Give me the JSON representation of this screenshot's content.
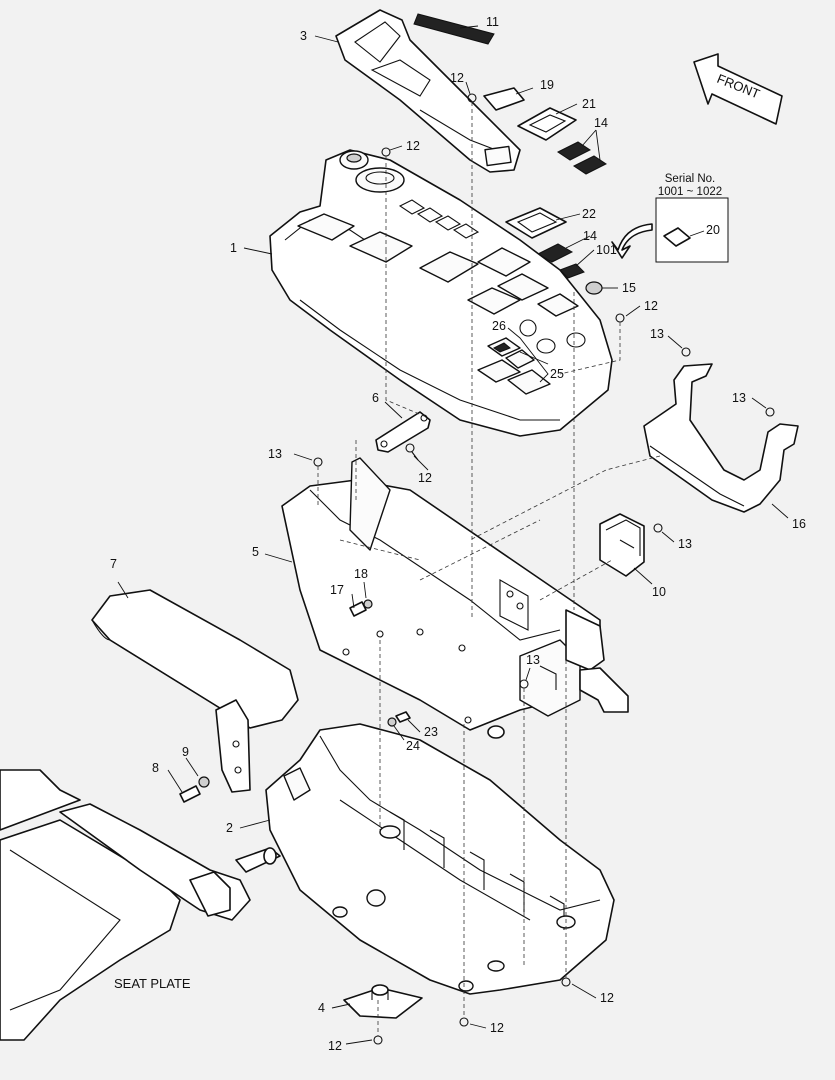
{
  "front_label": "FRONT",
  "serial": {
    "title": "Serial No.",
    "range": "1001 ~ 1022",
    "part_number": "20"
  },
  "seat_plate_label": "SEAT PLATE",
  "callouts": {
    "c1": "1",
    "c2": "2",
    "c3": "3",
    "c4": "4",
    "c5": "5",
    "c6": "6",
    "c7": "7",
    "c8": "8",
    "c9": "9",
    "c10": "10",
    "c11": "11",
    "c12": "12",
    "c13": "13",
    "c14": "14",
    "c15": "15",
    "c16": "16",
    "c17": "17",
    "c18": "18",
    "c19": "19",
    "c21": "21",
    "c22": "22",
    "c23": "23",
    "c24": "24",
    "c25": "25",
    "c26": "26",
    "c101": "101"
  }
}
